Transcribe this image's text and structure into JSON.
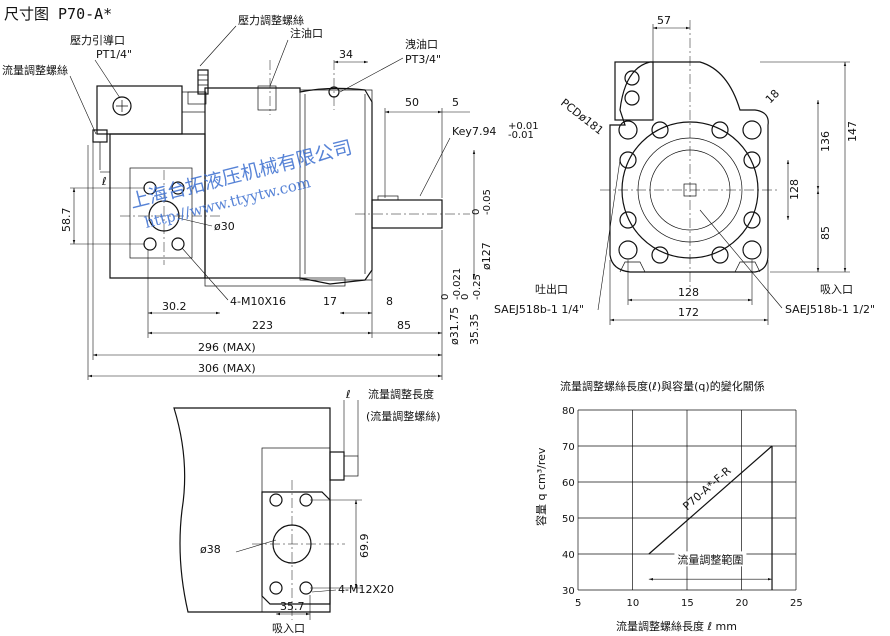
{
  "title": "尺寸图 P70-A*",
  "watermark": {
    "company": "上海台拓液压机械有限公司",
    "url": "http://www.ttyytw.com"
  },
  "front_view": {
    "labels": {
      "pressure_adjust": "壓力調整螺絲",
      "pressure_port": "壓力引導口",
      "pressure_port_size": "PT1/4\"",
      "oil_fill": "注油口",
      "drain": "洩油口",
      "drain_size": "PT3/4\"",
      "flow_adjust": "流量調整螺絲",
      "key": "Key7.94",
      "key_tol_upper": "+0.01",
      "key_tol_lower": "-0.01",
      "shaft_dia": "ø127",
      "shaft_dia_tol_upper": "0",
      "shaft_dia_tol_lower": "-0.05",
      "shaft_dia2": "ø31.75",
      "shaft_dia2_tol_upper": "0",
      "shaft_dia2_tol_lower": "-0.021",
      "shaft_len": "35.35",
      "shaft_len_tol_upper": "0",
      "shaft_len_tol_lower": "-0.25",
      "bolt": "4-M10X16",
      "bore": "ø30",
      "ell": "ℓ"
    },
    "dims": {
      "d34": "34",
      "d50": "50",
      "d5": "5",
      "d58_7": "58.7",
      "d30_2": "30.2",
      "d17": "17",
      "d8": "8",
      "d223": "223",
      "d85": "85",
      "d296": "296 (MAX)",
      "d306": "306 (MAX)"
    }
  },
  "side_view": {
    "dims": {
      "d57": "57",
      "d147": "147",
      "d136": "136",
      "d128v": "128",
      "d85": "85",
      "d128h": "128",
      "d172": "172",
      "d18": "18"
    },
    "labels": {
      "pcd": "PCDø181",
      "outlet": "吐出口",
      "outlet_size": "SAEJ518b-1 1/4\"",
      "inlet": "吸入口",
      "inlet_size": "SAEJ518b-1 1/2\""
    }
  },
  "bottom_view": {
    "labels": {
      "flow_len": "流量調整長度",
      "flow_screw": "(流量調整螺絲)",
      "ell": "ℓ",
      "bore": "ø38",
      "bolt": "4-M12X20",
      "inlet": "吸入口"
    },
    "dims": {
      "d69_9": "69.9",
      "d35_7": "35.7"
    }
  },
  "chart": {
    "title": "流量調整螺絲長度(ℓ)與容量(q)的變化關係",
    "ylabel": "容量 q cm³/rev",
    "xlabel": "流量調整螺絲長度 ℓ mm",
    "line_label": "P70-A*-F-R",
    "range_label": "流量調整範圍"
  },
  "chart_data": {
    "type": "line",
    "x": [
      11.5,
      22.8
    ],
    "series": [
      {
        "name": "P70-A*-F-R",
        "values": [
          40,
          70
        ]
      }
    ],
    "xlim": [
      5,
      25
    ],
    "ylim": [
      30,
      80
    ],
    "xticks": [
      5,
      10,
      15,
      20,
      25
    ],
    "yticks": [
      30,
      40,
      50,
      60,
      70,
      80
    ],
    "grid": true
  }
}
